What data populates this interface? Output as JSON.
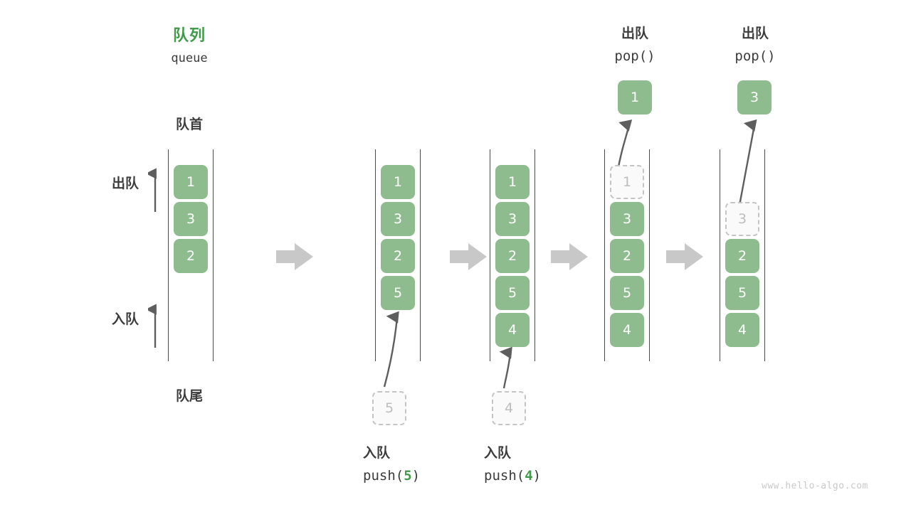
{
  "watermark": "www.hello-algo.com",
  "title": {
    "cn": "队列",
    "en": "queue"
  },
  "labels": {
    "front": "队首",
    "rear": "队尾",
    "dequeue": "出队",
    "enqueue": "入队"
  },
  "stages": [
    {
      "id": "initial",
      "heading_cn": "",
      "heading_en": "",
      "cells": [
        {
          "value": "1",
          "state": "filled"
        },
        {
          "value": "3",
          "state": "filled"
        },
        {
          "value": "2",
          "state": "filled"
        }
      ],
      "footer_cn": "",
      "footer_en_prefix": "",
      "footer_en_arg": "",
      "footer_en_suffix": "",
      "incoming": null,
      "outgoing": null
    },
    {
      "id": "push-5",
      "heading_cn": "",
      "heading_en": "",
      "cells": [
        {
          "value": "1",
          "state": "filled"
        },
        {
          "value": "3",
          "state": "filled"
        },
        {
          "value": "2",
          "state": "filled"
        },
        {
          "value": "5",
          "state": "filled"
        }
      ],
      "footer_cn": "入队",
      "footer_en_prefix": "push(",
      "footer_en_arg": "5",
      "footer_en_suffix": ")",
      "incoming": {
        "value": "5",
        "state": "ghost"
      },
      "outgoing": null
    },
    {
      "id": "push-4",
      "heading_cn": "",
      "heading_en": "",
      "cells": [
        {
          "value": "1",
          "state": "filled"
        },
        {
          "value": "3",
          "state": "filled"
        },
        {
          "value": "2",
          "state": "filled"
        },
        {
          "value": "5",
          "state": "filled"
        },
        {
          "value": "4",
          "state": "filled"
        }
      ],
      "footer_cn": "入队",
      "footer_en_prefix": "push(",
      "footer_en_arg": "4",
      "footer_en_suffix": ")",
      "incoming": {
        "value": "4",
        "state": "ghost"
      },
      "outgoing": null
    },
    {
      "id": "pop-1",
      "heading_cn": "出队",
      "heading_en": "pop()",
      "cells": [
        {
          "value": "1",
          "state": "ghost"
        },
        {
          "value": "3",
          "state": "filled"
        },
        {
          "value": "2",
          "state": "filled"
        },
        {
          "value": "5",
          "state": "filled"
        },
        {
          "value": "4",
          "state": "filled"
        }
      ],
      "footer_cn": "",
      "footer_en_prefix": "",
      "footer_en_arg": "",
      "footer_en_suffix": "",
      "incoming": null,
      "outgoing": {
        "value": "1",
        "state": "filled"
      }
    },
    {
      "id": "pop-3",
      "heading_cn": "出队",
      "heading_en": "pop()",
      "cells": [
        {
          "value": "",
          "state": "empty"
        },
        {
          "value": "3",
          "state": "ghost"
        },
        {
          "value": "2",
          "state": "filled"
        },
        {
          "value": "5",
          "state": "filled"
        },
        {
          "value": "4",
          "state": "filled"
        }
      ],
      "footer_cn": "",
      "footer_en_prefix": "",
      "footer_en_arg": "",
      "footer_en_suffix": "",
      "incoming": null,
      "outgoing": {
        "value": "3",
        "state": "filled"
      }
    }
  ],
  "colors": {
    "cell_fill": "#8fbc8f",
    "title_green": "#3f9b48",
    "ghost_border": "#c4c4c4",
    "rail": "#4a4a4a",
    "transition_arrow": "#c8c8c8",
    "flow_arrow": "#5e5e5e"
  }
}
